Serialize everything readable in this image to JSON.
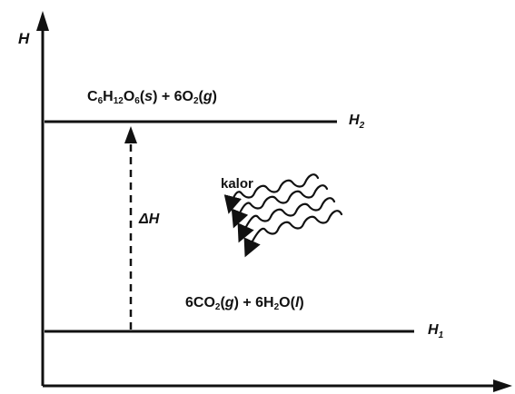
{
  "axis": {
    "y_label": "H"
  },
  "levels": {
    "upper": {
      "label": "H",
      "label_sub": "2",
      "species": {
        "a_coef": "C",
        "a_sub1": "6",
        "a_mid1": "H",
        "a_sub2": "12",
        "a_mid2": "O",
        "a_sub3": "6",
        "a_paren_open": "(",
        "a_state": "s",
        "a_paren_close": ")",
        "plus": " + 6O",
        "b_sub": "2",
        "b_paren_open": "(",
        "b_state": "g",
        "b_paren_close": ")"
      }
    },
    "lower": {
      "label": "H",
      "label_sub": "1",
      "species": {
        "a_coef": "6CO",
        "a_sub": "2",
        "a_paren_open": "(",
        "a_state": "g",
        "a_paren_close": ")",
        "plus": " + 6H",
        "b_sub": "2",
        "b_mid": "O(",
        "b_state": "l",
        "b_paren_close": ")"
      }
    }
  },
  "delta": {
    "symbol": "ΔH"
  },
  "heat": {
    "label": "kalor"
  }
}
